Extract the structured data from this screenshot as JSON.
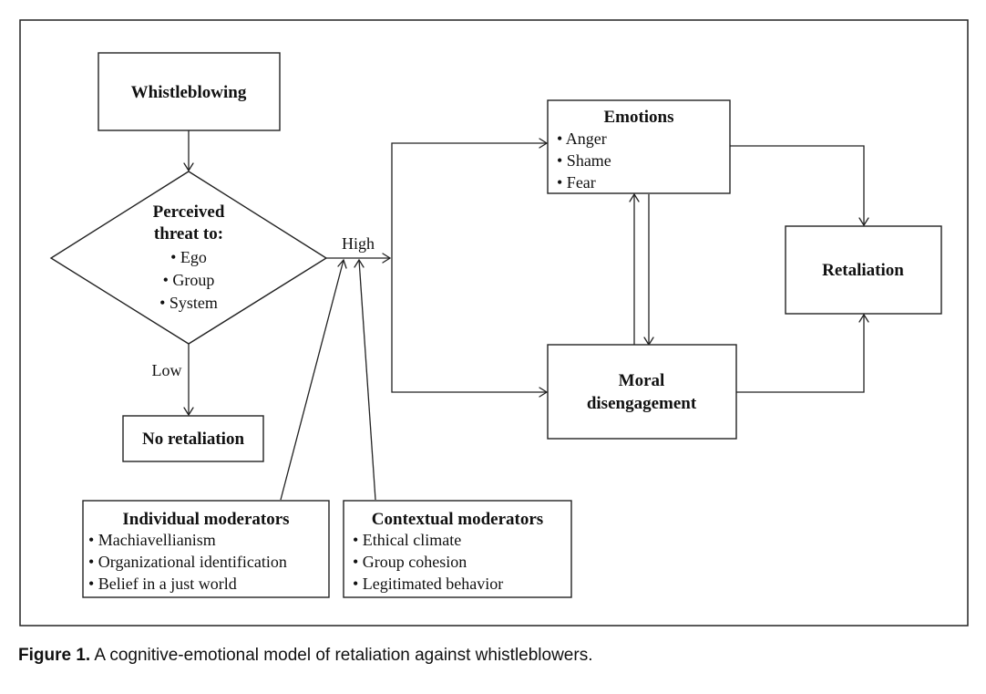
{
  "whistleblowing": "Whistleblowing",
  "threat": {
    "title_line1": "Perceived",
    "title_line2": "threat to:",
    "items": [
      "• Ego",
      "• Group",
      "• System"
    ]
  },
  "high_label": "High",
  "low_label": "Low",
  "no_retaliation": "No retaliation",
  "emotions": {
    "title": "Emotions",
    "items": [
      "• Anger",
      "• Shame",
      "• Fear"
    ]
  },
  "moral": {
    "line1": "Moral",
    "line2": "disengagement"
  },
  "retaliation": "Retaliation",
  "individual": {
    "title": "Individual moderators",
    "items": [
      "• Machiavellianism",
      "• Organizational identification",
      "• Belief in a just world"
    ]
  },
  "contextual": {
    "title": "Contextual moderators",
    "items": [
      "• Ethical climate",
      "• Group cohesion",
      "• Legitimated behavior"
    ]
  },
  "caption": {
    "label": "Figure 1.",
    "text": " A cognitive-emotional model of retaliation against whistleblowers."
  }
}
